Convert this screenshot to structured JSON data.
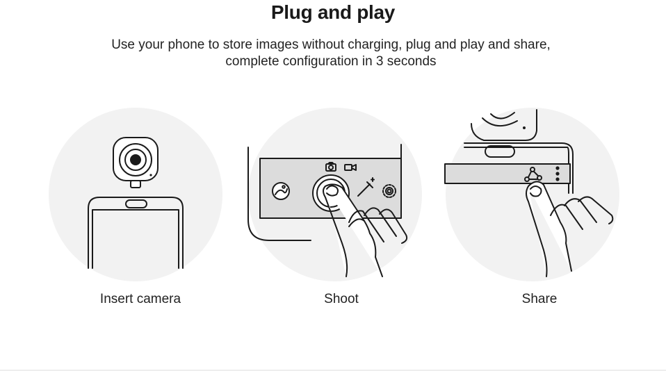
{
  "header": {
    "title": "Plug and play",
    "subtitle_line1": "Use your phone to store images without charging, plug and play and share,",
    "subtitle_line2": "complete configuration in 3 seconds"
  },
  "steps": [
    {
      "caption": "Insert camera",
      "illustration": "phone-with-camera-attached"
    },
    {
      "caption": "Shoot",
      "illustration": "finger-pressing-shutter-button",
      "icons": [
        "gallery-icon",
        "camera-icon",
        "video-icon",
        "magic-wand-icon",
        "gear-icon"
      ]
    },
    {
      "caption": "Share",
      "illustration": "finger-tapping-share-icon",
      "icons": [
        "share-icon",
        "more-vertical-icon"
      ]
    }
  ],
  "colors": {
    "circle_bg": "#f2f2f2",
    "line": "#1a1a1a",
    "screen_bar": "#dcdcdc",
    "background": "#ffffff"
  }
}
